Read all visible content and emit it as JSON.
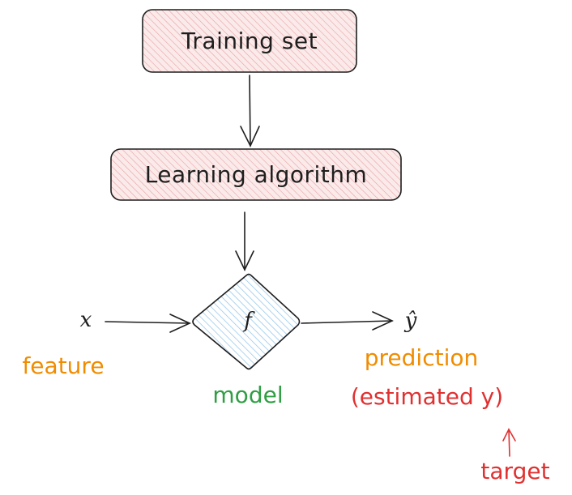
{
  "diagram": {
    "nodes": {
      "training_set": {
        "label": "Training set"
      },
      "learning_algorithm": {
        "label": "Learning algorithm"
      },
      "model": {
        "label": "f"
      }
    },
    "input": {
      "symbol": "x",
      "annotation": "feature"
    },
    "output": {
      "symbol": "ŷ",
      "annotation": "prediction",
      "sub_annotation": "(estimated y)"
    },
    "model_annotation": "model",
    "target_annotation": "target",
    "colors": {
      "box_fill": "#fbeaea",
      "box_hatch": "#e8a3a3",
      "box_stroke": "#1e1e1e",
      "diamond_hatch": "#8fc4ec",
      "feature": "#f08c00",
      "prediction": "#f08c00",
      "estimated": "#e03131",
      "target": "#e03131",
      "model": "#2f9e44",
      "stroke": "#1e1e1e"
    }
  }
}
